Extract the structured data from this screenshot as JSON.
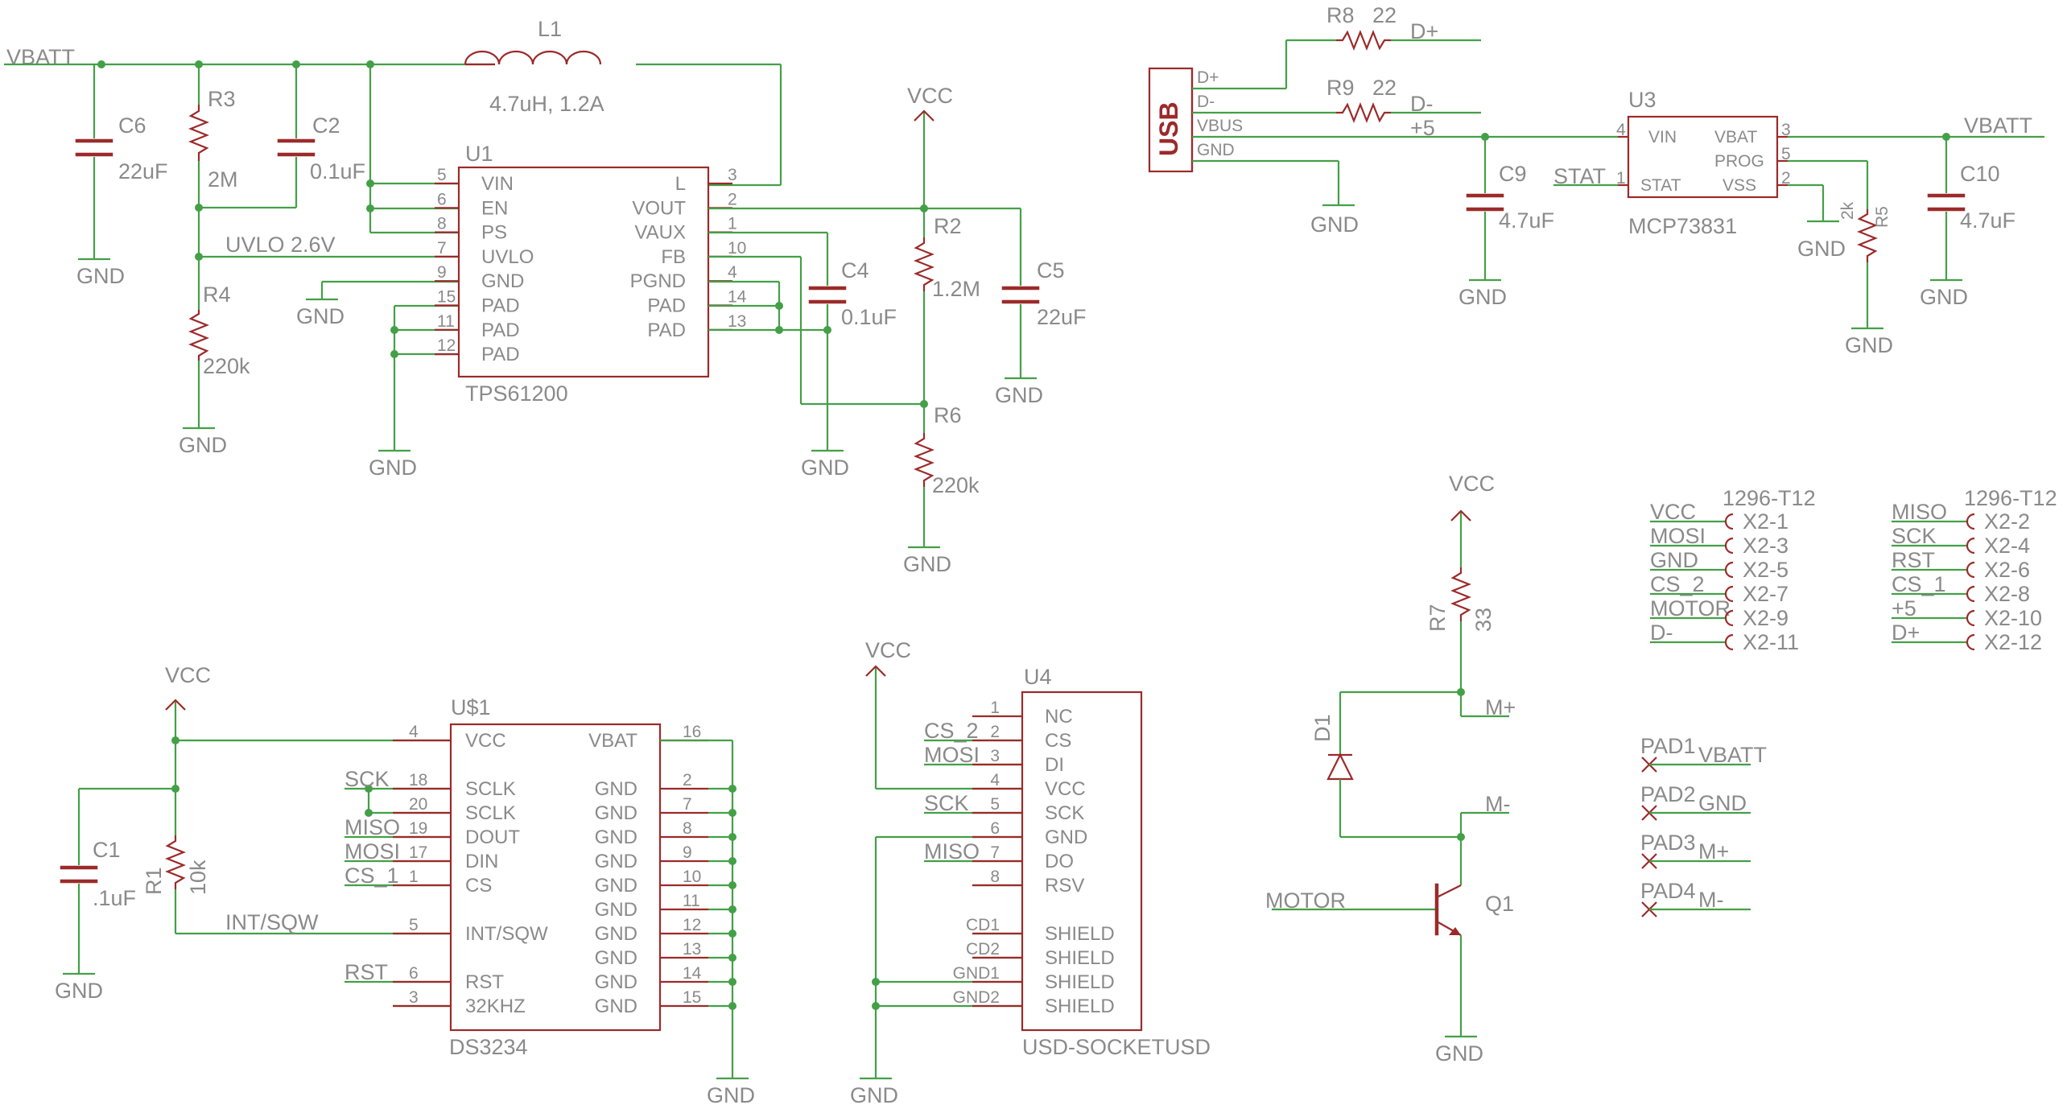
{
  "colors": {
    "wire": "#43a047",
    "part": "#9c2a2a",
    "text": "#8a8a8a",
    "background": "#ffffff"
  },
  "nets": {
    "vbatt": "VBATT",
    "vcc": "VCC",
    "gnd": "GND",
    "uvlo": "UVLO 2.6V",
    "intsqw": "INT/SQW",
    "dplus": "D+",
    "dminus": "D-",
    "plus5": "+5",
    "stat": "STAT",
    "motor": "MOTOR",
    "mplus": "M+",
    "mminus": "M-",
    "sck": "SCK",
    "miso": "MISO",
    "mosi": "MOSI",
    "cs1": "CS_1",
    "cs2": "CS_2",
    "rst": "RST"
  },
  "parts": {
    "l1": {
      "name": "L1",
      "value": "4.7uH, 1.2A"
    },
    "c6": {
      "name": "C6",
      "value": "22uF"
    },
    "r3": {
      "name": "R3",
      "value": "2M"
    },
    "c2": {
      "name": "C2",
      "value": "0.1uF"
    },
    "r4": {
      "name": "R4",
      "value": "220k"
    },
    "u1": {
      "name": "U1",
      "value": "TPS61200",
      "left_pins": [
        {
          "num": "5",
          "name": "VIN"
        },
        {
          "num": "6",
          "name": "EN"
        },
        {
          "num": "8",
          "name": "PS"
        },
        {
          "num": "7",
          "name": "UVLO"
        },
        {
          "num": "9",
          "name": "GND"
        },
        {
          "num": "15",
          "name": "PAD"
        },
        {
          "num": "11",
          "name": "PAD"
        },
        {
          "num": "12",
          "name": "PAD"
        }
      ],
      "right_pins": [
        {
          "num": "3",
          "name": "L"
        },
        {
          "num": "2",
          "name": "VOUT"
        },
        {
          "num": "1",
          "name": "VAUX"
        },
        {
          "num": "10",
          "name": "FB"
        },
        {
          "num": "4",
          "name": "PGND"
        },
        {
          "num": "14",
          "name": "PAD"
        },
        {
          "num": "13",
          "name": "PAD"
        }
      ]
    },
    "c4": {
      "name": "C4",
      "value": "0.1uF"
    },
    "r2": {
      "name": "R2",
      "value": "1.2M"
    },
    "c5": {
      "name": "C5",
      "value": "22uF"
    },
    "r6": {
      "name": "R6",
      "value": "220k"
    },
    "r8": {
      "name": "R8",
      "value": "22"
    },
    "r9": {
      "name": "R9",
      "value": "22"
    },
    "usb": {
      "name": "USB",
      "pins": [
        "D+",
        "D-",
        "VBUS",
        "GND"
      ]
    },
    "c9": {
      "name": "C9",
      "value": "4.7uF"
    },
    "u3": {
      "name": "U3",
      "value": "MCP73831",
      "pins": [
        {
          "num": "4",
          "name": "VIN"
        },
        {
          "num": "1",
          "name": "STAT"
        },
        {
          "num": "3",
          "name": "VBAT"
        },
        {
          "num": "5",
          "name": "PROG"
        },
        {
          "num": "2",
          "name": "VSS"
        }
      ]
    },
    "r5": {
      "name": "R5",
      "value": "2k"
    },
    "c10": {
      "name": "C10",
      "value": "4.7uF"
    },
    "c1": {
      "name": "C1",
      "value": ".1uF"
    },
    "r1": {
      "name": "R1",
      "value": "10k"
    },
    "us1": {
      "name": "U$1",
      "value": "DS3234",
      "left_pins": [
        {
          "num": "4",
          "name": "VCC"
        },
        {
          "num": "18",
          "name": "SCLK"
        },
        {
          "num": "20",
          "name": "SCLK"
        },
        {
          "num": "19",
          "name": "DOUT"
        },
        {
          "num": "17",
          "name": "DIN"
        },
        {
          "num": "1",
          "name": "CS"
        },
        {
          "num": "5",
          "name": "INT/SQW"
        },
        {
          "num": "6",
          "name": "RST"
        },
        {
          "num": "3",
          "name": "32KHZ"
        }
      ],
      "right_pins": [
        {
          "num": "16",
          "name": "VBAT"
        },
        {
          "num": "2",
          "name": "GND"
        },
        {
          "num": "7",
          "name": "GND"
        },
        {
          "num": "8",
          "name": "GND"
        },
        {
          "num": "9",
          "name": "GND"
        },
        {
          "num": "10",
          "name": "GND"
        },
        {
          "num": "11",
          "name": "GND"
        },
        {
          "num": "12",
          "name": "GND"
        },
        {
          "num": "13",
          "name": "GND"
        },
        {
          "num": "14",
          "name": "GND"
        },
        {
          "num": "15",
          "name": "GND"
        }
      ]
    },
    "u4": {
      "name": "U4",
      "value": "USD-SOCKETUSD",
      "pins": [
        {
          "num": "1",
          "name": "NC"
        },
        {
          "num": "2",
          "name": "CS"
        },
        {
          "num": "3",
          "name": "DI"
        },
        {
          "num": "4",
          "name": "VCC"
        },
        {
          "num": "5",
          "name": "SCK"
        },
        {
          "num": "6",
          "name": "GND"
        },
        {
          "num": "7",
          "name": "DO"
        },
        {
          "num": "8",
          "name": "RSV"
        },
        {
          "num": "CD1",
          "name": "SHIELD"
        },
        {
          "num": "CD2",
          "name": "SHIELD"
        },
        {
          "num": "GND1",
          "name": "SHIELD"
        },
        {
          "num": "GND2",
          "name": "SHIELD"
        }
      ]
    },
    "r7": {
      "name": "R7",
      "value": "33"
    },
    "d1": {
      "name": "D1"
    },
    "q1": {
      "name": "Q1"
    },
    "x2a": {
      "value": "1296-T12",
      "rows": [
        {
          "net": "VCC",
          "pin": "X2-1"
        },
        {
          "net": "MOSI",
          "pin": "X2-3"
        },
        {
          "net": "GND",
          "pin": "X2-5"
        },
        {
          "net": "CS_2",
          "pin": "X2-7"
        },
        {
          "net": "MOTOR",
          "pin": "X2-9"
        },
        {
          "net": "D-",
          "pin": "X2-11"
        }
      ]
    },
    "x2b": {
      "value": "1296-T12",
      "rows": [
        {
          "net": "MISO",
          "pin": "X2-2"
        },
        {
          "net": "SCK",
          "pin": "X2-4"
        },
        {
          "net": "RST",
          "pin": "X2-6"
        },
        {
          "net": "CS_1",
          "pin": "X2-8"
        },
        {
          "net": "+5",
          "pin": "X2-10"
        },
        {
          "net": "D+",
          "pin": "X2-12"
        }
      ]
    },
    "pads": [
      {
        "name": "PAD1",
        "net": "VBATT"
      },
      {
        "name": "PAD2",
        "net": "GND"
      },
      {
        "name": "PAD3",
        "net": "M+"
      },
      {
        "name": "PAD4",
        "net": "M-"
      }
    ]
  }
}
